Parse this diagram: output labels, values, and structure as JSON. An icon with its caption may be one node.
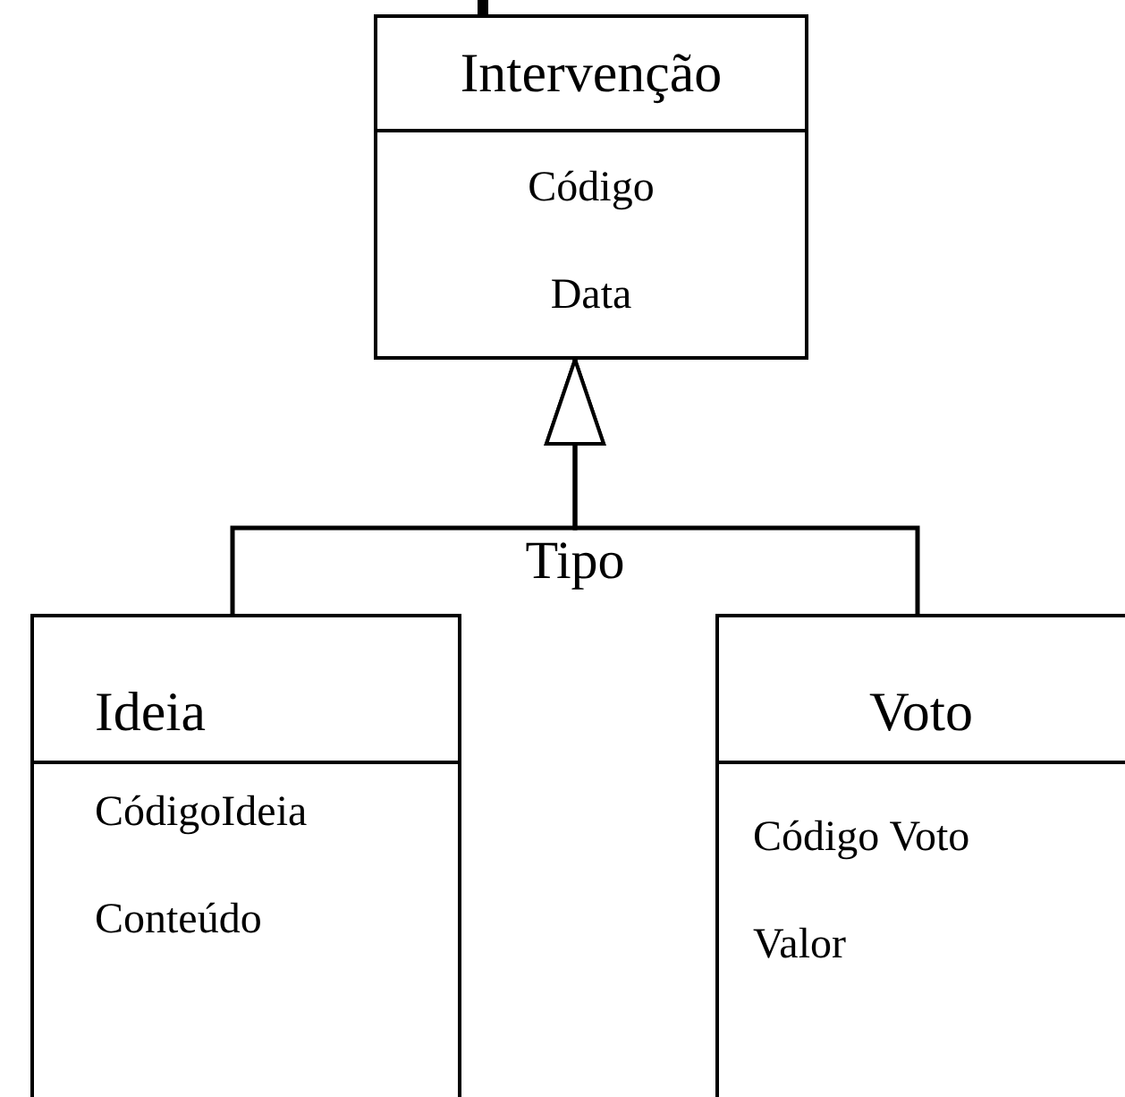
{
  "diagram": {
    "nodes": [
      {
        "text": [
          "Intervenção",
          "Código",
          "Data"
        ]
      },
      {
        "text": [
          "Ideia",
          "CódigoIdeia",
          "Conteúdo"
        ]
      },
      {
        "text": [
          "Voto",
          "Código Voto",
          "Valor"
        ]
      }
    ],
    "edges": [
      {
        "from": 1,
        "to": 0,
        "arrow": "to",
        "label": "Tipo"
      },
      {
        "from": 2,
        "to": 0,
        "arrow": "to"
      }
    ]
  }
}
